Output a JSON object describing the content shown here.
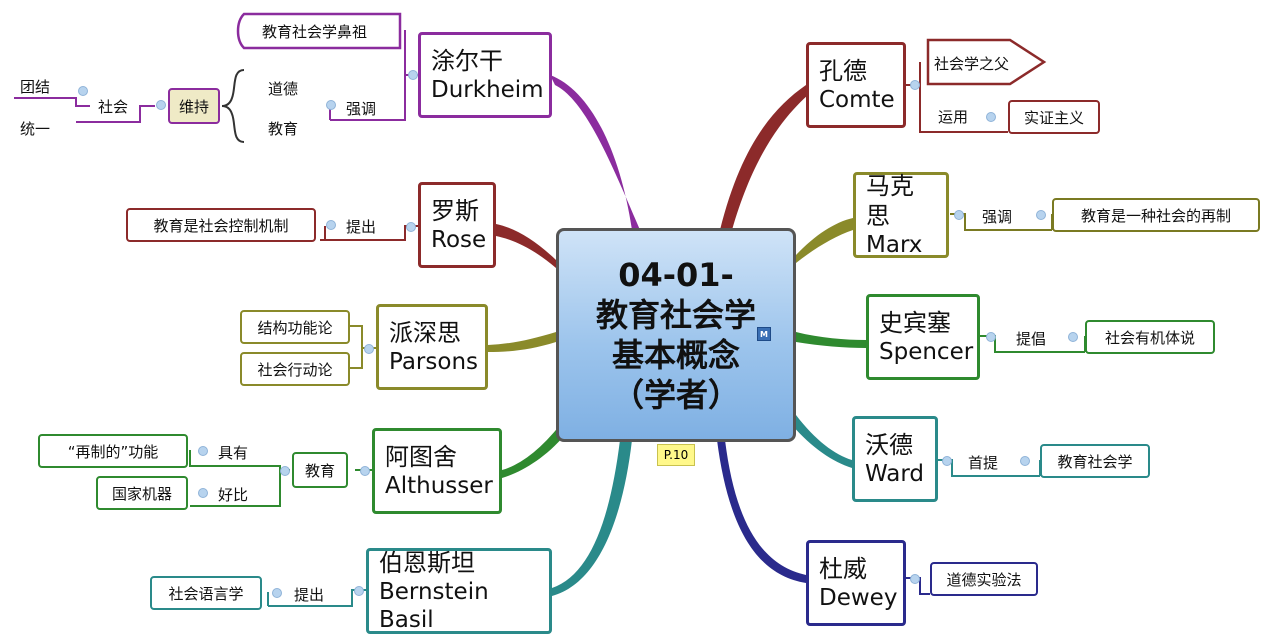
{
  "center": {
    "lines": [
      "04-01-",
      "教育社会学",
      "基本概念",
      "（学者）"
    ],
    "badge_m": "M",
    "page_ref": "P.10"
  },
  "colors": {
    "purple": "#8b2c9e",
    "darkred": "#8c2a2a",
    "olive": "#8a8a2a",
    "green": "#2f8a2f",
    "teal": "#2a8a8a",
    "navy": "#2a2a8c",
    "olive_small": "#7a7a22"
  },
  "durkheim": {
    "zh": "涂尔干",
    "en": "Durkheim",
    "title": "教育社会学鼻祖",
    "emphasis": "强调",
    "moral": "道德",
    "education": "教育",
    "maintain": "维持",
    "society": "社会",
    "unity": "团结",
    "unify": "统一"
  },
  "rose": {
    "zh": "罗斯",
    "en": "Rose",
    "propose": "提出",
    "idea": "教育是社会控制机制"
  },
  "parsons": {
    "zh": "派深思",
    "en": "Parsons",
    "t1": "结构功能论",
    "t2": "社会行动论"
  },
  "althusser": {
    "zh": "阿图舍",
    "en": "Althusser",
    "education": "教育",
    "has": "具有",
    "func": "“再制的”功能",
    "like": "好比",
    "state": "国家机器"
  },
  "bernstein": {
    "zh": "伯恩斯坦",
    "en": "Bernstein Basil",
    "propose": "提出",
    "idea": "社会语言学"
  },
  "comte": {
    "zh": "孔德",
    "en": "Comte",
    "title": "社会学之父",
    "apply": "运用",
    "idea": "实证主义"
  },
  "marx": {
    "zh": "马克思",
    "en": "Marx",
    "emphasis": "强调",
    "idea": "教育是一种社会的再制"
  },
  "spencer": {
    "zh": "史宾塞",
    "en": "Spencer",
    "advocate": "提倡",
    "idea": "社会有机体说"
  },
  "ward": {
    "zh": "沃德",
    "en": "Ward",
    "first": "首提",
    "idea": "教育社会学"
  },
  "dewey": {
    "zh": "杜威",
    "en": "Dewey",
    "idea": "道德实验法"
  }
}
